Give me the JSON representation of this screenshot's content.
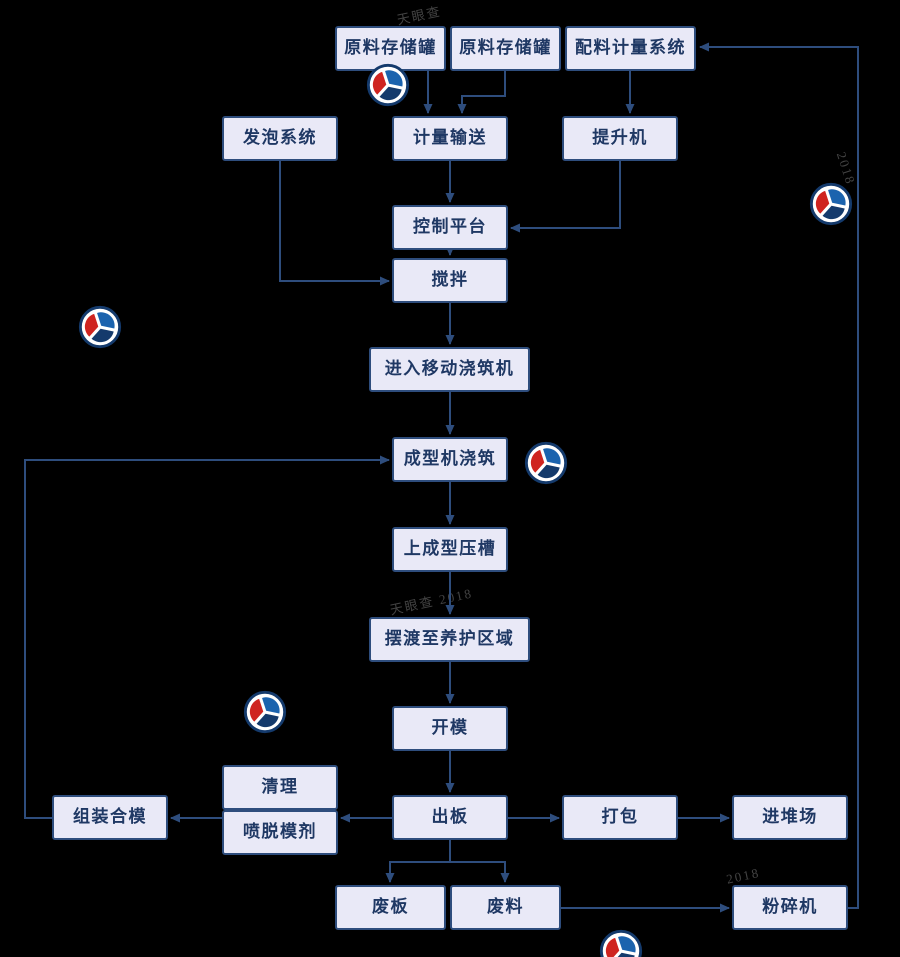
{
  "colors": {
    "box_fill": "#e9e9f7",
    "box_border": "#2e4d7d",
    "box_text": "#1f3864",
    "arrow": "#2e4d7d",
    "logo_red": "#cf2420",
    "logo_blue": "#1b63ae",
    "logo_navy": "#143a6c"
  },
  "icons": {
    "logo": "tianyancha-pie-logo"
  },
  "nodes": {
    "tank1": {
      "label": "原料存储罐"
    },
    "tank2": {
      "label": "原料存储罐"
    },
    "batching": {
      "label": "配料计量系统"
    },
    "foaming": {
      "label": "发泡系统"
    },
    "metering": {
      "label": "计量输送"
    },
    "hoist": {
      "label": "提升机"
    },
    "control": {
      "label": "控制平台"
    },
    "stir": {
      "label": "搅拌"
    },
    "mobile_pour": {
      "label": "进入移动浇筑机"
    },
    "forming_pour": {
      "label": "成型机浇筑"
    },
    "press": {
      "label": "上成型压槽"
    },
    "ferry": {
      "label": "摆渡至养护区域"
    },
    "open_mold": {
      "label": "开模"
    },
    "clean": {
      "label": "清理"
    },
    "spray": {
      "label": "喷脱模剂"
    },
    "assemble": {
      "label": "组装合模"
    },
    "out_board": {
      "label": "出板"
    },
    "pack": {
      "label": "打包"
    },
    "yard": {
      "label": "进堆场"
    },
    "waste_board": {
      "label": "废板"
    },
    "waste_mat": {
      "label": "废料"
    },
    "crusher": {
      "label": "粉碎机"
    }
  },
  "edges": [
    {
      "from": "tank1",
      "to": "metering"
    },
    {
      "from": "tank2",
      "to": "metering"
    },
    {
      "from": "batching",
      "to": "hoist"
    },
    {
      "from": "metering",
      "to": "control"
    },
    {
      "from": "hoist",
      "to": "control"
    },
    {
      "from": "foaming",
      "to": "stir"
    },
    {
      "from": "control",
      "to": "stir"
    },
    {
      "from": "stir",
      "to": "mobile_pour"
    },
    {
      "from": "mobile_pour",
      "to": "forming_pour"
    },
    {
      "from": "forming_pour",
      "to": "press"
    },
    {
      "from": "press",
      "to": "ferry"
    },
    {
      "from": "ferry",
      "to": "open_mold"
    },
    {
      "from": "open_mold",
      "to": "out_board"
    },
    {
      "from": "out_board",
      "to": "spray"
    },
    {
      "from": "spray",
      "to": "assemble"
    },
    {
      "from": "assemble",
      "to": "forming_pour"
    },
    {
      "from": "out_board",
      "to": "pack"
    },
    {
      "from": "pack",
      "to": "yard"
    },
    {
      "from": "out_board",
      "to": "waste_board"
    },
    {
      "from": "out_board",
      "to": "waste_mat"
    },
    {
      "from": "waste_mat",
      "to": "crusher"
    },
    {
      "from": "crusher",
      "to": "batching"
    }
  ],
  "watermarks": [
    {
      "text": "天眼查"
    },
    {
      "text": "天眼查 2018"
    },
    {
      "text": "2018"
    },
    {
      "text": "2018"
    }
  ]
}
